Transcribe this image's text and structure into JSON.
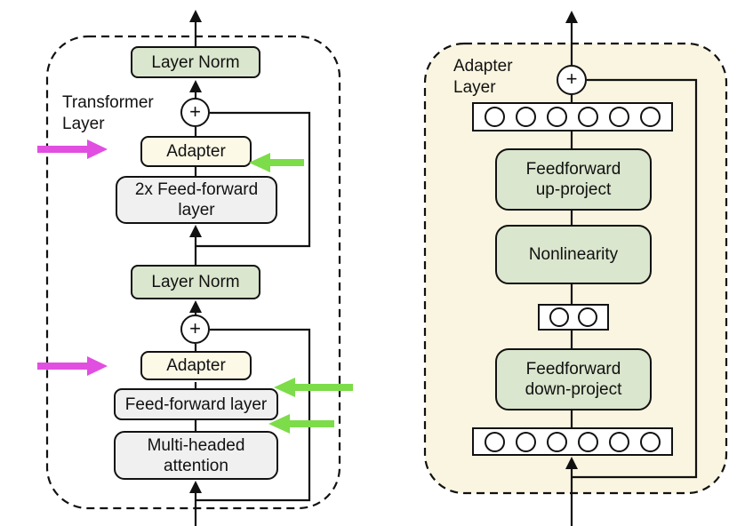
{
  "left_panel": {
    "boundary_label": "Transformer\nLayer",
    "layer_norm_top": "Layer Norm",
    "plus_top": "+",
    "adapter_top": "Adapter",
    "feed_forward_double": "2x Feed-forward\nlayer",
    "layer_norm_bottom": "Layer Norm",
    "plus_bottom": "+",
    "adapter_bottom": "Adapter",
    "feed_forward_single": "Feed-forward layer",
    "multi_head_attention": "Multi-headed\nattention"
  },
  "right_panel": {
    "boundary_label": "Adapter\nLayer",
    "plus": "+",
    "up_project": "Feedforward\nup-project",
    "nonlinearity": "Nonlinearity",
    "down_project": "Feedforward\ndown-project",
    "feature_row_top_circles": 6,
    "bottleneck_circles": 2,
    "feature_row_bottom_circles": 6
  },
  "colors": {
    "box_green": "#dae6cd",
    "box_cream": "#fdf9e7",
    "panel_cream": "#faf5e0",
    "box_gray": "#f0f0f0",
    "highlight_pink": "#e14fe0",
    "highlight_green": "#7ddc49",
    "line": "#111111"
  }
}
